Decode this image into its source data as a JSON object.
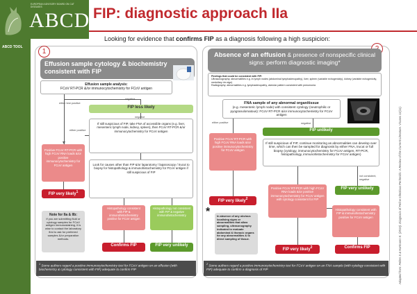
{
  "header": {
    "logo_small": "EUROPEAN ADVISORY BOARD ON CAT DISEASES",
    "logo_main": "ABCD",
    "title": "FIP: diagnostic approach IIa",
    "side_tab": "ABCD TOOL",
    "subtitle_pre": "Looking for evidence that ",
    "subtitle_bold": "confirms FIP",
    "subtitle_post": " as a diagnosis following a high suspicion:",
    "side_credit": "Adapted from: Felten S & Hartmann K. (2019). Diagnosis of Feline Infectious Peritonitis: A Review of the Current Literature. Viruses 11(11)."
  },
  "left": {
    "number": "1",
    "head": "Effusion sample cytology & biochemistry consistent with FIP",
    "analysis_title": "Effusion sample analysis:",
    "analysis_body": "FCoV RT-PCR &/or immunocytochemistry for FCoV antigen",
    "either_test_positive": "either test positive",
    "negative_1": "negative",
    "fip_less_likely": "FIP less likely",
    "either_positive": "either positive",
    "negative_2": "negative",
    "fna_box": "If still suspicious of FIP, take FNA of accessible organs (e.g. liver, mesenteric lymph node, kidney, spleen), then FCoV RT-PCR &/or immunocytochemistry for FCoV antigen",
    "pos_box": "Positive FCoV RT-PCR with high FCoV RNA loads &/or positive immunocytochemistry for FCoV antigen",
    "fip_very_likely": "FIP very likely",
    "fip_very_likely_sup": "1",
    "causes_box": "Look for causes other than FIP &/or laparotomy / laparoscopy / trucut to biopsy for histopathology & immunohistochemistry for FCoV antigen if still suspicious of FIP",
    "note_title": "Note for IIa & IIb:",
    "note_body": "If you are submitting fluid or cytology samples for FCoV antigen immunostaining, it is wise to contact the laboratory first to ask for preferred samples &/or preparation methods.",
    "histo_pos": "Histopathology consistent with FIP & immunohistochemistry positive for FCoV antigen",
    "histo_neg": "Histopathology not consistent with FIP & negative immunohistochemistry",
    "confirms_fip": "Confirms FIP",
    "fip_very_unlikely": "FIP very unlikely",
    "footnote_sup": "1",
    "footnote": "Some authors regard a positive immunocytochemistry test for FCoV antigen on an effusion (with biochemistry & cytology consistent with FIP) adequate to confirm FIP"
  },
  "right": {
    "number": "2",
    "head_bold": "Absence of an effusion",
    "head_rest": " & presence of nonspecific clinical signs: perform diagnostic imaging*",
    "findings_title": "Findings that could be consistent with FIP:",
    "findings_us": "Ultrasonography: abnormalities e.g. in lymph nodes (abdominal lymphadenopathy), liver, spleen (variable echogenicity), kidney (variable echogenicity, medullary rim sign)",
    "findings_rad": "Radiography: abnormalities e.g. lymphadenopathy, alveolar pattern consistent with pneumonia",
    "fna_title": "FNA sample of any abnormal organ/tissue",
    "fna_body": "(e.g. mesenteric lymph node) with consistent cytology (neutrophilic or pyogranulomatous): FCoV RT-PCR &/or immunocytochemistry for FCoV antigen",
    "either_positive": "either positive",
    "negative": "negative",
    "fip_unlikely": "FIP unlikely",
    "pos_box": "Positive FCoV RT-PCR with high FCoV RNA loads &/or positive immunocytochemistry for FCoV antigen",
    "monitor_box": "If still suspicious of FIP, continue monitoring as abnormalities can develop over time, which can then be sampled for diagnosis by either FNA, trucut or full biopsy (cytology, immunocytochemistry for FCoV antigen, RT-PCR, histopathology, immunohistochemistry for FCoV antigen)",
    "fip_very_likely": "FIP very likely",
    "fip_very_likely_sup": "2",
    "asterisk": "*",
    "asterisk_note": "In absence of any obvious localising signs or abnormalities that allow sampling, ultrasonography indicated to evaluate abdominal & thoracic organs for any abnormalities & to direct sampling of tissue.",
    "pos_box2": "Positive FCoV RT-PCR with high FCoV RNA loads &/or positive immunocytochemistry for FCoV antigen with cytology consistent for FIP",
    "not_consistent": "not consistent, negative",
    "fip_very_unlikely": "FIP very unlikely",
    "histo_box": "Histopathology consistent with FIP & immunohistochemistry positive for FCoV antigen",
    "fip_very_likely2": "FIP very likely",
    "fip_very_likely2_sup": "2",
    "confirms_fip": "Confirms FIP",
    "footnote_sup": "2",
    "footnote": "Some authors regard a positive immunocytochemistry test for FCoV antigen on an FNA sample (with cytology consistent with FIP) adequate to confirm a diagnosis of FIP"
  },
  "colors": {
    "green": "#4e7a2f",
    "red": "#c0282d",
    "pink": "#eb8a8a",
    "light_green": "#9acb5c"
  }
}
